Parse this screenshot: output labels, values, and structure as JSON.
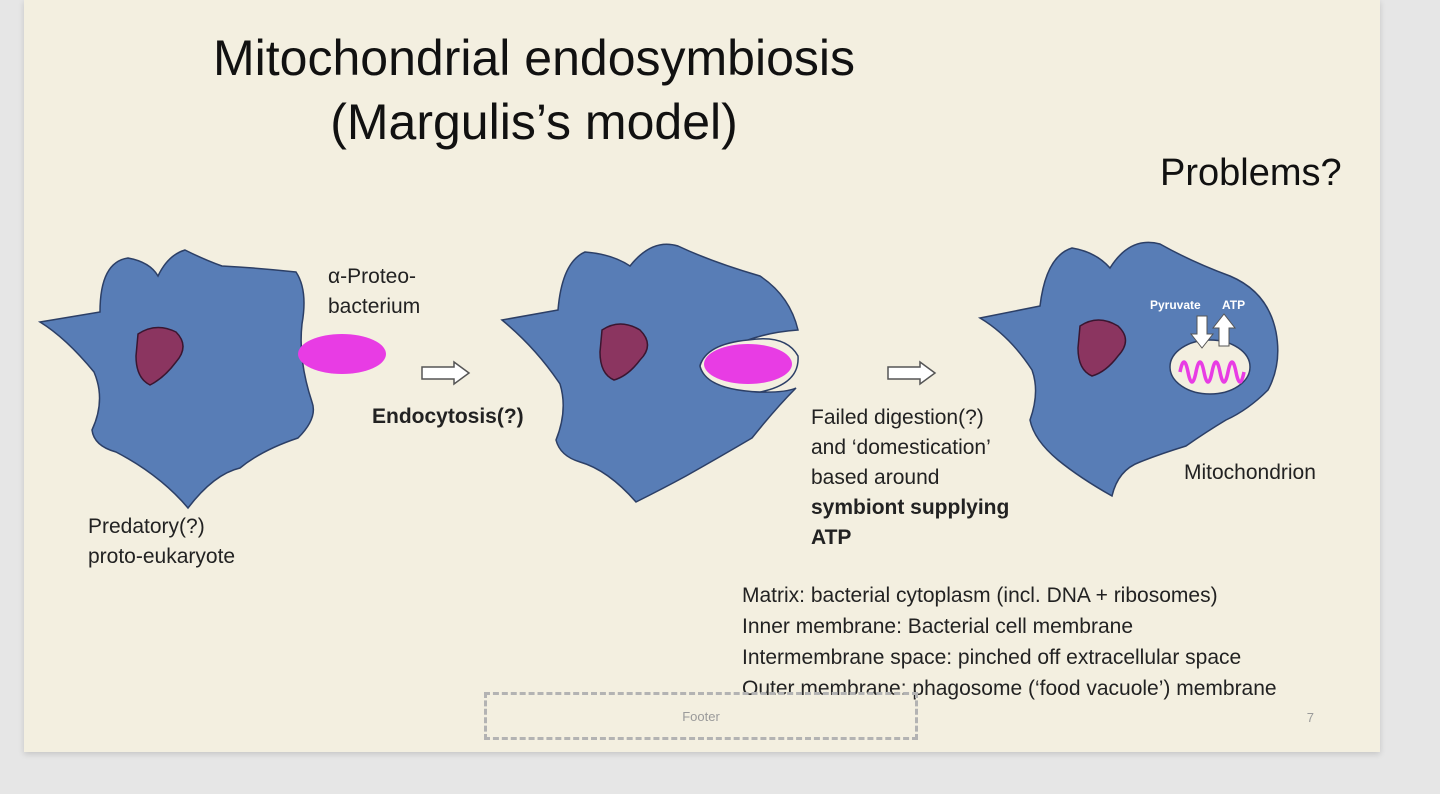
{
  "slide": {
    "title_line1": "Mitochondrial endosymbiosis",
    "title_line2": "(Margulis’s model)",
    "problems": "Problems?",
    "footer": "Footer",
    "page_number": "7"
  },
  "labels": {
    "alpha_line1": "α-Proteo-",
    "alpha_line2": "bacterium",
    "endocytosis": "Endocytosis(?)",
    "predatory_line1": "Predatory(?)",
    "predatory_line2": "proto-eukaryote",
    "failed_line1": "Failed digestion(?)",
    "failed_line2": "and ‘domestication’",
    "failed_line3": "based around",
    "failed_bold1": "symbiont supplying",
    "failed_bold2": "ATP",
    "mitochondrion": "Mitochondrion",
    "pyruvate": "Pyruvate",
    "atp": "ATP"
  },
  "notes": [
    "Matrix: bacterial cytoplasm (incl. DNA + ribosomes)",
    "Inner membrane: Bacterial cell membrane",
    "Intermembrane space: pinched off extracellular space",
    "Outer membrane: phagosome (‘food vacuole’) membrane"
  ],
  "colors": {
    "cell_fill": "#587db6",
    "nucleus_fill": "#8b3560",
    "bacterium_fill": "#e83ce4",
    "background": "#f3efe0"
  }
}
